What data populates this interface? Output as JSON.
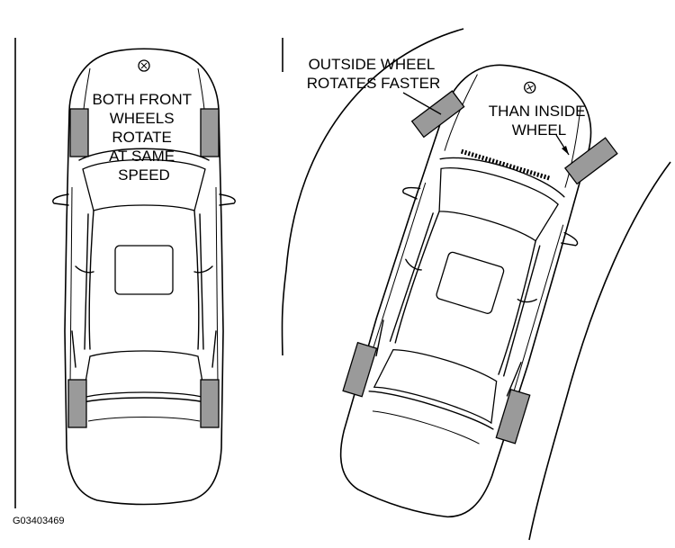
{
  "colors": {
    "tire_fill": "#9a9a9a",
    "line": "#000000",
    "background": "#ffffff"
  },
  "left_car": {
    "label_lines": [
      "BOTH FRONT",
      "WHEELS",
      "ROTATE",
      "AT SAME",
      "SPEED"
    ]
  },
  "right_car": {
    "outside_label_lines": [
      "OUTSIDE WHEEL",
      "ROTATES FASTER"
    ],
    "inside_label_lines": [
      "THAN INSIDE",
      "WHEEL"
    ]
  },
  "figure_id": "G03403469"
}
